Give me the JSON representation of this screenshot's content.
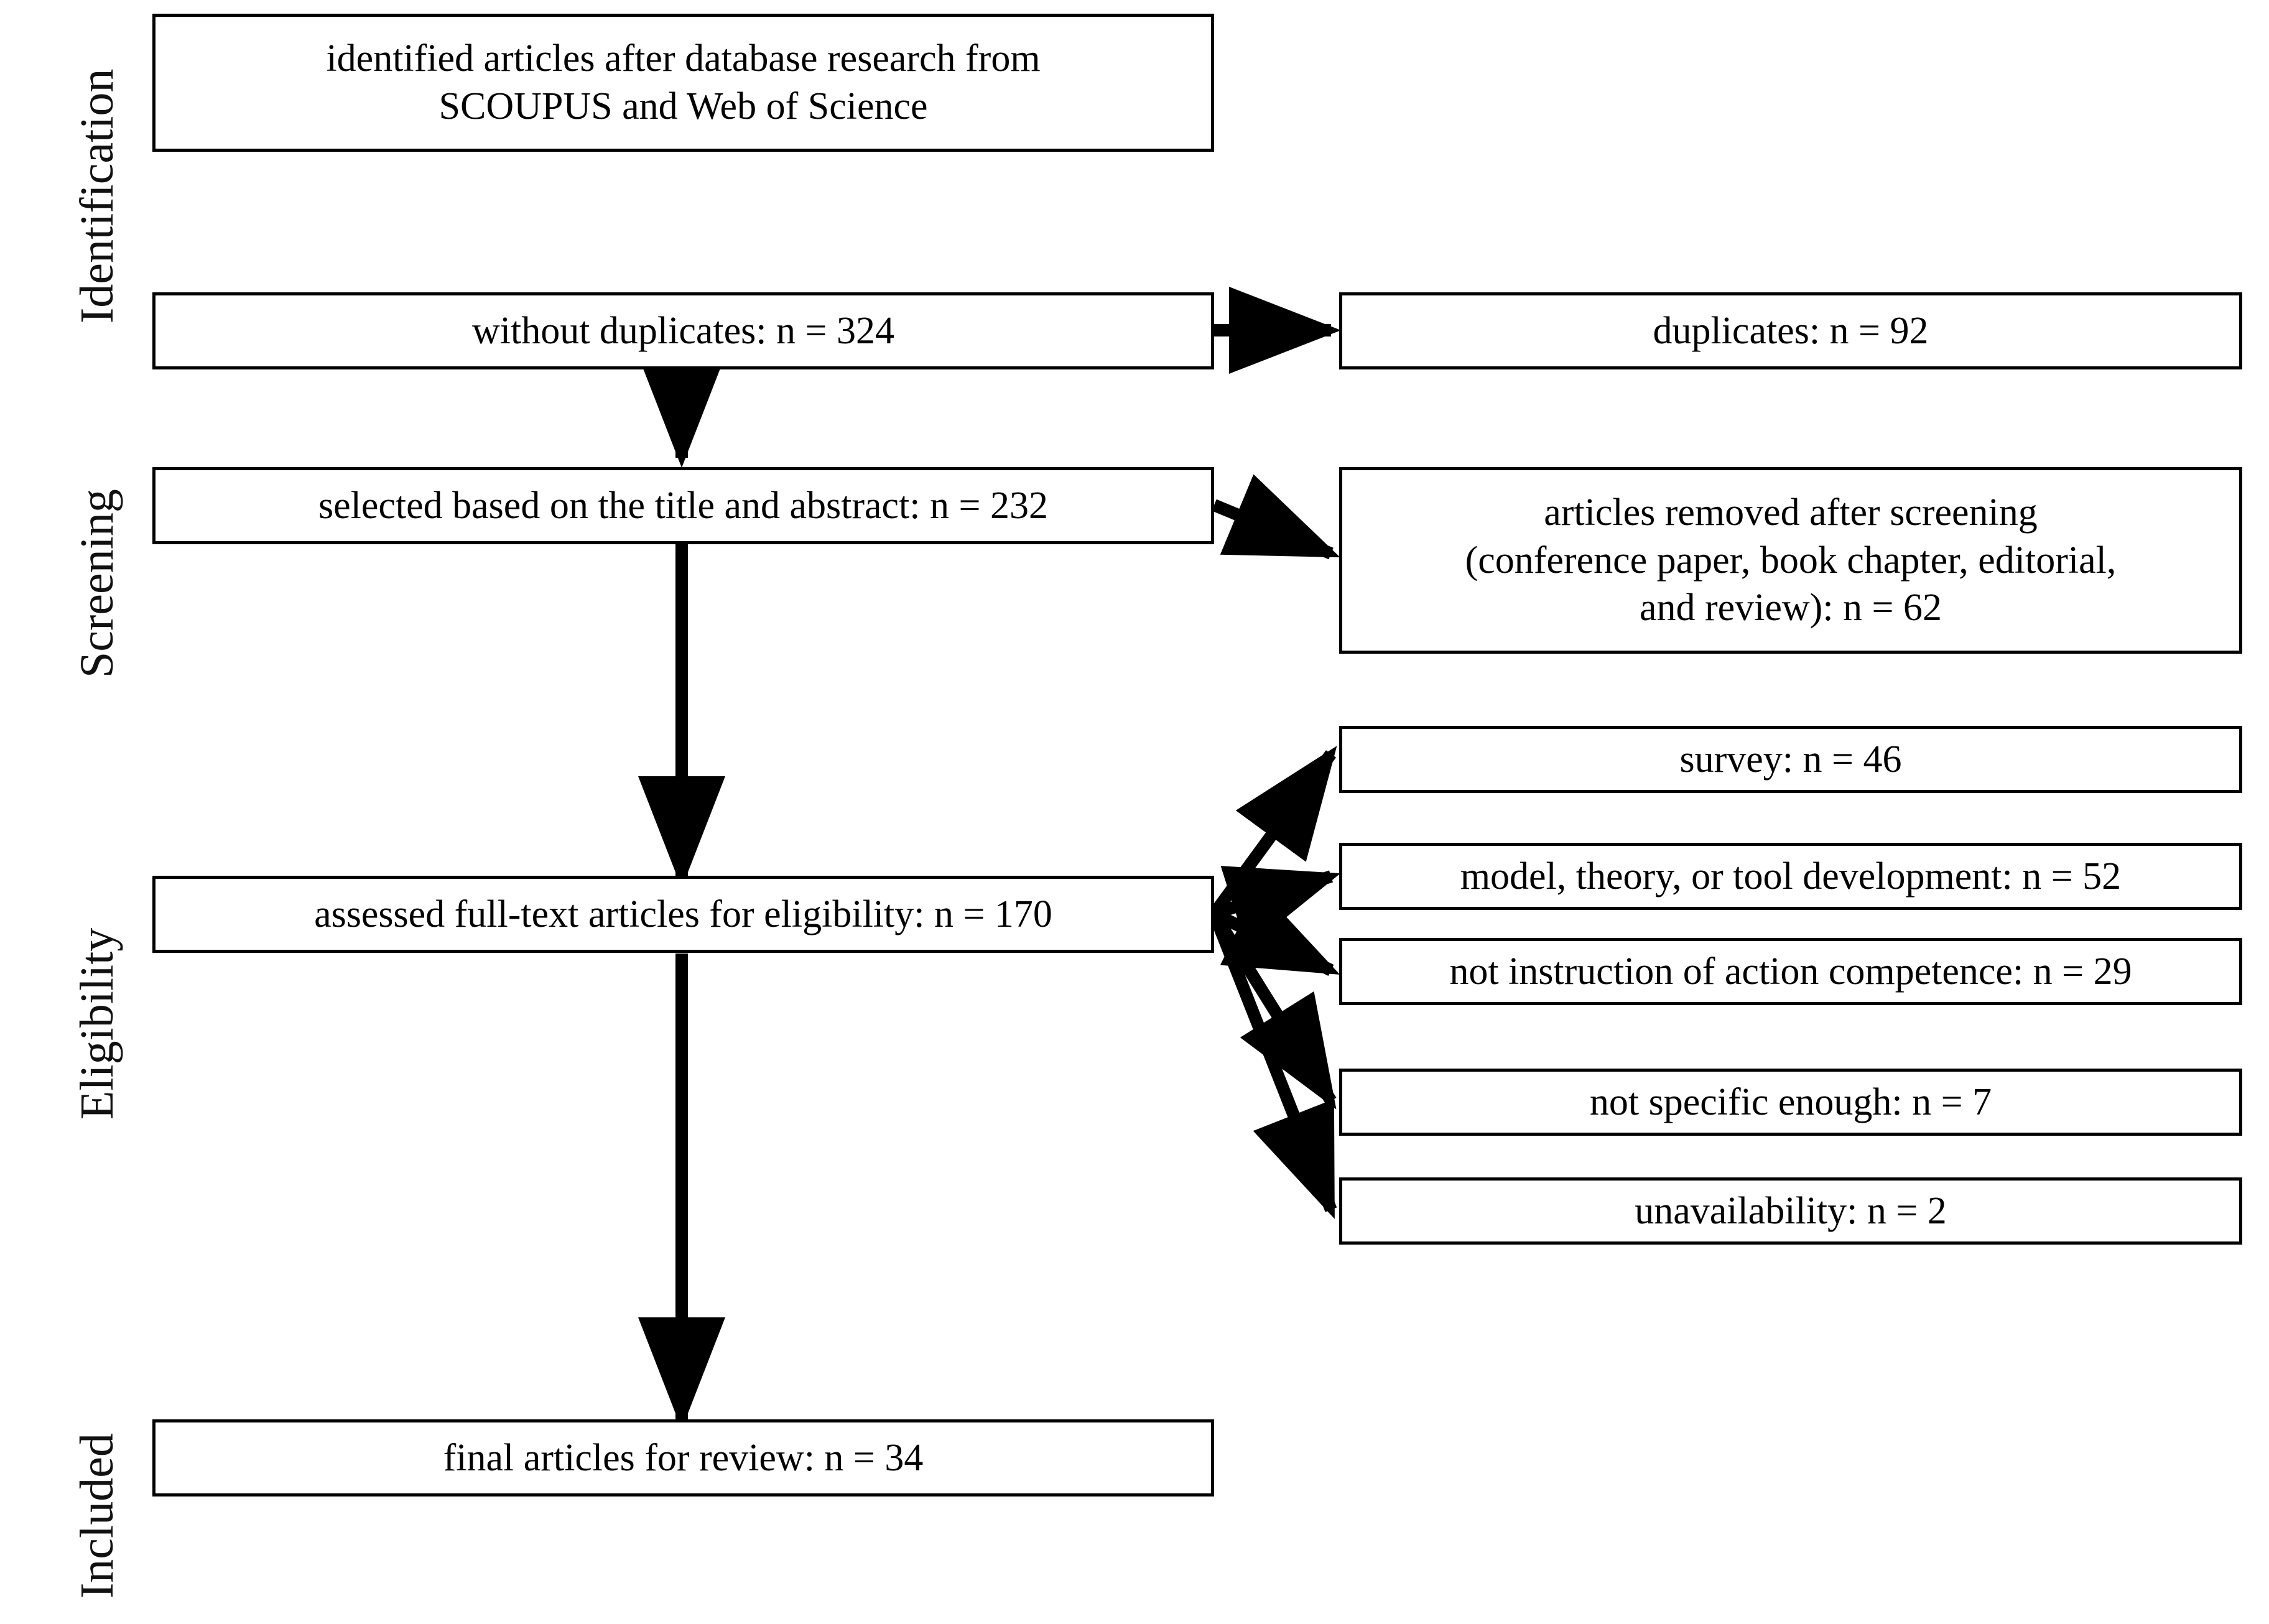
{
  "figure": {
    "kind": "prisma-flow-diagram",
    "background": "#ffffff",
    "line_color": "#000000"
  },
  "stages": [
    {
      "id": "identification",
      "label": "Identification"
    },
    {
      "id": "screening",
      "label": "Screening"
    },
    {
      "id": "eligibility",
      "label": "Eligibility"
    },
    {
      "id": "included",
      "label": "Included"
    }
  ],
  "main_flow": [
    {
      "id": "identified",
      "stage": "identification",
      "line1": "identified articles after database research from",
      "line2": "SCOUPUS and Web of Science",
      "n": null
    },
    {
      "id": "without-duplicates",
      "stage": "identification",
      "line1": "without duplicates: n = 324",
      "n": 324
    },
    {
      "id": "title-abstract",
      "stage": "screening",
      "line1": "selected based on the title and abstract: n = 232",
      "n": 232
    },
    {
      "id": "full-text",
      "stage": "eligibility",
      "line1": "assessed full-text articles for eligibility: n = 170",
      "n": 170
    },
    {
      "id": "final",
      "stage": "included",
      "line1": "final articles for review: n = 34",
      "n": 34
    }
  ],
  "excluded": [
    {
      "id": "duplicates",
      "from": "without-duplicates",
      "line1": "duplicates: n = 92",
      "n": 92
    },
    {
      "id": "removed-screening",
      "from": "title-abstract",
      "line1": "articles removed after screening",
      "line2": "(conference paper, book chapter, editorial,",
      "line3": "and review): n = 62",
      "n": 62
    },
    {
      "id": "survey",
      "from": "full-text",
      "line1": "survey: n = 46",
      "n": 46
    },
    {
      "id": "model-theory-tool",
      "from": "full-text",
      "line1": "model, theory, or tool development: n = 52",
      "n": 52
    },
    {
      "id": "not-instruction",
      "from": "full-text",
      "line1": "not instruction of action competence: n = 29",
      "n": 29
    },
    {
      "id": "not-specific",
      "from": "full-text",
      "line1": "not specific enough: n = 7",
      "n": 7
    },
    {
      "id": "unavailability",
      "from": "full-text",
      "line1": "unavailability: n = 2",
      "n": 2
    }
  ],
  "chart_data": {
    "type": "diagram",
    "title": "PRISMA flow diagram of the literature selection process",
    "nodes": [
      {
        "id": "identified",
        "stage": "Identification",
        "label": "identified articles after database research from SCOUPUS and Web of Science",
        "n": null
      },
      {
        "id": "without-duplicates",
        "stage": "Identification",
        "label": "without duplicates",
        "n": 324
      },
      {
        "id": "duplicates",
        "stage": "Identification",
        "label": "duplicates",
        "n": 92
      },
      {
        "id": "title-abstract",
        "stage": "Screening",
        "label": "selected based on the title and abstract",
        "n": 232
      },
      {
        "id": "removed-screening",
        "stage": "Screening",
        "label": "articles removed after screening (conference paper, book chapter, editorial, and review)",
        "n": 62
      },
      {
        "id": "full-text",
        "stage": "Eligibility",
        "label": "assessed full-text articles for eligibility",
        "n": 170
      },
      {
        "id": "survey",
        "stage": "Eligibility",
        "label": "survey",
        "n": 46
      },
      {
        "id": "model-theory-tool",
        "stage": "Eligibility",
        "label": "model, theory, or tool development",
        "n": 52
      },
      {
        "id": "not-instruction",
        "stage": "Eligibility",
        "label": "not instruction of action competence",
        "n": 29
      },
      {
        "id": "not-specific",
        "stage": "Eligibility",
        "label": "not specific enough",
        "n": 7
      },
      {
        "id": "unavailability",
        "stage": "Eligibility",
        "label": "unavailability",
        "n": 2
      },
      {
        "id": "final",
        "stage": "Included",
        "label": "final articles for review",
        "n": 34
      }
    ],
    "edges": [
      {
        "from": "without-duplicates",
        "to": "duplicates",
        "direction": "right"
      },
      {
        "from": "without-duplicates",
        "to": "title-abstract",
        "direction": "down"
      },
      {
        "from": "title-abstract",
        "to": "removed-screening",
        "direction": "right"
      },
      {
        "from": "title-abstract",
        "to": "full-text",
        "direction": "down"
      },
      {
        "from": "full-text",
        "to": "survey",
        "direction": "right"
      },
      {
        "from": "full-text",
        "to": "model-theory-tool",
        "direction": "right"
      },
      {
        "from": "full-text",
        "to": "not-instruction",
        "direction": "right"
      },
      {
        "from": "full-text",
        "to": "not-specific",
        "direction": "right"
      },
      {
        "from": "full-text",
        "to": "unavailability",
        "direction": "right"
      },
      {
        "from": "full-text",
        "to": "final",
        "direction": "down"
      }
    ]
  }
}
